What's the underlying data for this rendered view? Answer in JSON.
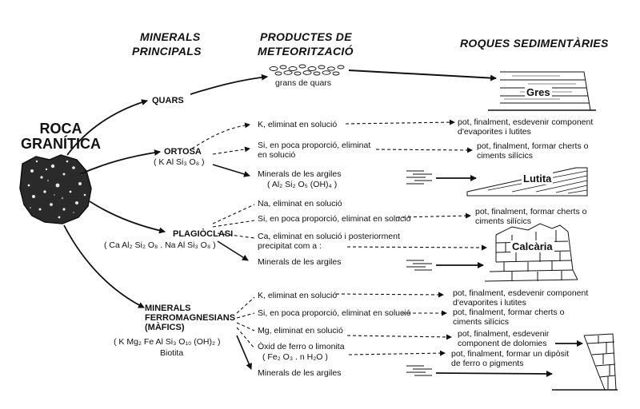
{
  "headers": {
    "minerals_1": "MINERALS",
    "minerals_2": "PRINCIPALS",
    "products_1": "PRODUCTES DE",
    "products_2": "METEORITZACIÓ",
    "rocks": "ROQUES SEDIMENTÀRIES"
  },
  "source": {
    "line1": "ROCA",
    "line2": "GRANÍTICA"
  },
  "minerals": {
    "quars": "QUARS",
    "ortosa": "ORTOSA",
    "ortosa_formula": "( K Al Si₃ O₈ )",
    "plagioclasi": "PLAGIÒCLASI",
    "plagioclasi_formula": "( Ca Al₂ Si₂ O₈  . Na Al Si₃ O₈ )",
    "ferro_1": "MINERALS",
    "ferro_2": "FERROMAGNESIANS",
    "ferro_3": "(MÀFICS)",
    "ferro_formula": "( K Mg₂ Fe Al Si₃ O₁₀ (OH)₂ )",
    "ferro_name": "Biotita"
  },
  "products": {
    "quars_grans": "grans de quars",
    "ort_k": "K, eliminat en solució",
    "ort_si_1": "Si, en  poca proporció, eliminat",
    "ort_si_2": "en solució",
    "ort_arg_1": "Minerals de les argiles",
    "ort_arg_2": "( Al₂ Si₂ O₅ (OH)₄ )",
    "plg_na": "Na, eliminat en solució",
    "plg_si": "Si, en poca proporció, eliminat en solució",
    "plg_ca_1": "Ca, eliminat en solució i posteriorment",
    "plg_ca_2": "precipitat com a :",
    "plg_arg": "Minerals de les argiles",
    "fm_k": "K, eliminat en solució",
    "fm_si": "Si, en poca proporció, eliminat en solució",
    "fm_mg": "Mg, eliminat en solució",
    "fm_ox_1": "Òxid de ferro o limonita",
    "fm_ox_2": "( Fe₂ O₃ . n H₂O )",
    "fm_arg": "Minerals de les argiles"
  },
  "fates": {
    "f1_1": "pot, finalment, esdevenir component",
    "f1_2": "d'evaporites i lutites",
    "f2_1": "pot, finalment, formar cherts o",
    "f2_2": "ciments silícics",
    "f3_1": "pot, finalment, formar cherts o",
    "f3_2": "ciments silícics",
    "f4_1": "pot, finalment, esdevenir component",
    "f4_2": "d'evaporites i lutites",
    "f5_1": "pot, finalment, formar cherts o",
    "f5_2": "ciments silícics",
    "f6_1": "pot, finalment, esdevenir",
    "f6_2": "component de dolomies",
    "f7_1": "pot, finalment, formar un dipòsit",
    "f7_2": "de ferro o pigments"
  },
  "rocks": {
    "gres": "Gres",
    "lutita": "Lutita",
    "calcaria": "Calcària"
  },
  "colors": {
    "ink": "#111111",
    "background": "#ffffff"
  }
}
